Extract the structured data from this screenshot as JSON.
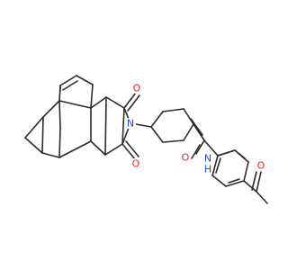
{
  "molecule": {
    "atoms": [
      {
        "id": "O_top",
        "symbol": "O",
        "color": "#e8251f"
      },
      {
        "id": "N_imide",
        "symbol": "N",
        "color": "#2846e0"
      },
      {
        "id": "O_bottom",
        "symbol": "O",
        "color": "#e8251f"
      },
      {
        "id": "O_amide",
        "symbol": "O",
        "color": "#e8251f"
      },
      {
        "id": "N_amide",
        "symbol": "N",
        "color": "#2846e0"
      },
      {
        "id": "H_amide",
        "symbol": "H",
        "color": "#2846e0"
      },
      {
        "id": "O_acetyl",
        "symbol": "O",
        "color": "#e8251f"
      }
    ],
    "bond_color": "#2b2b2b"
  }
}
